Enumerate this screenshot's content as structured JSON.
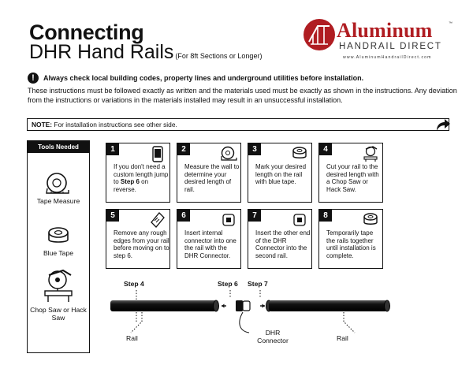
{
  "title": {
    "line1": "Connecting",
    "line2": "DHR Hand Rails",
    "subtitle": "(For 8ft Sections or Longer)"
  },
  "logo": {
    "brand": "Aluminum",
    "tagline": "HANDRAIL DIRECT",
    "url": "www.AluminumHandrailDirect.com",
    "trademark": "™",
    "brand_color": "#b01d22",
    "emblem_icon": "handrail-emblem-icon"
  },
  "warning": {
    "icon": "!",
    "text": "Always check local building codes, property lines and underground utilities before installation."
  },
  "instructions": "These instructions must be followed exactly as written and the materials used must be exactly as shown in the instructions. Any deviation from the instructions or variations in the materials installed may result in an unsuccessful installation.",
  "note": {
    "label": "NOTE:",
    "text": " For installation instructions see other side."
  },
  "tools": {
    "header": "Tools Needed",
    "items": [
      {
        "label": "Tape Measure",
        "icon": "tape-measure-icon"
      },
      {
        "label": "Blue Tape",
        "icon": "tape-roll-icon"
      },
      {
        "label": "Chop Saw or Hack Saw",
        "icon": "chop-saw-icon"
      }
    ]
  },
  "steps": [
    {
      "num": "1",
      "icon": "phone-icon",
      "pre": "If you don't need a custom length jump to ",
      "bold": "Step 6",
      "post": " on reverse."
    },
    {
      "num": "2",
      "icon": "tape-measure-icon",
      "pre": "Measure the wall to determine your desired  length of rail.",
      "bold": "",
      "post": ""
    },
    {
      "num": "3",
      "icon": "tape-roll-icon",
      "pre": "Mark your desired length on the rail with blue tape.",
      "bold": "",
      "post": ""
    },
    {
      "num": "4",
      "icon": "chop-saw-icon",
      "pre": "Cut your rail to the desired length with a Chop Saw or Hack Saw.",
      "bold": "",
      "post": ""
    },
    {
      "num": "5",
      "icon": "file-tool-icon",
      "pre": "Remove any rough edges from your rail before moving on to step 6.",
      "bold": "",
      "post": ""
    },
    {
      "num": "6",
      "icon": "connector-icon",
      "pre": "Insert internal connector into one the rail with the DHR Connector.",
      "bold": "",
      "post": ""
    },
    {
      "num": "7",
      "icon": "connector-icon",
      "pre": "Insert the other end of the DHR Connector into the second rail.",
      "bold": "",
      "post": ""
    },
    {
      "num": "8",
      "icon": "tape-roll-icon",
      "pre": "Temporarily tape the rails together until installation is complete.",
      "bold": "",
      "post": ""
    }
  ],
  "diagram": {
    "step4": "Step 4",
    "step6": "Step 6",
    "step7": "Step 7",
    "rail_left": "Rail",
    "rail_right": "Rail",
    "connector_line1": "DHR",
    "connector_line2": "Connector"
  }
}
